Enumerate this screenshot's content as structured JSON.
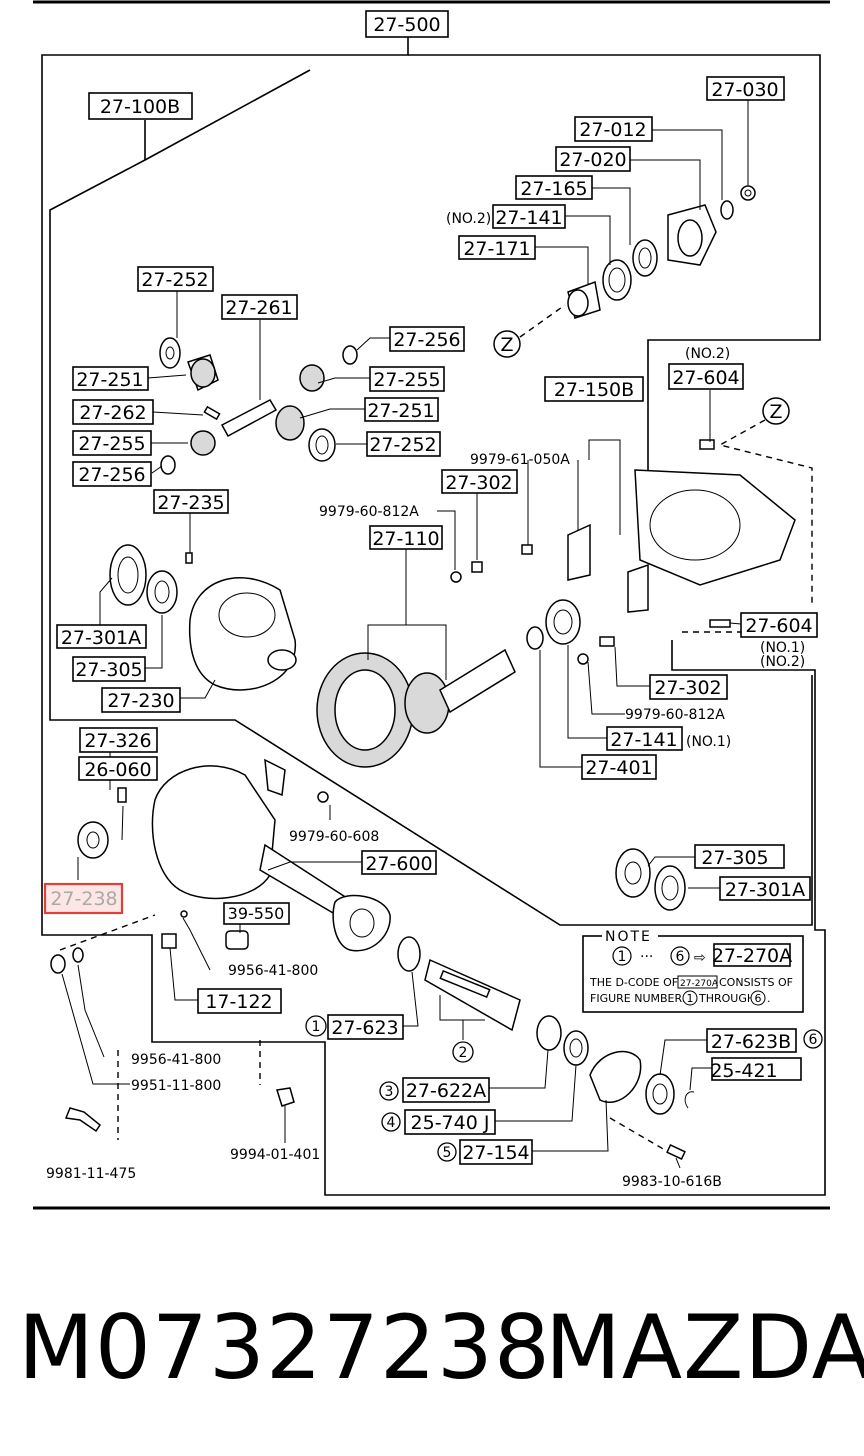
{
  "diagram": {
    "callouts": {
      "assembly_top": "27-500",
      "carrier_assy": "27-100B",
      "companion_flange_nut": "27-030",
      "companion_flange_washer": "27-012",
      "companion_flange": "27-020",
      "oil_seal": "27-165",
      "bearing_no2": "27-141",
      "bearing_no2_tag": "(NO.2)",
      "spacer": "27-171",
      "side_washer_top": "27-252",
      "pinion_shaft": "27-261",
      "thrust_washer_top": "27-256",
      "side_gear_left": "27-251",
      "pinion_gear_right": "27-255",
      "lock_pin": "27-262",
      "side_gear_right": "27-251",
      "pinion_gear_left": "27-255",
      "side_washer_bottom": "27-252",
      "thrust_washer_left": "27-256",
      "bolt_0050": "9979-61-050A",
      "adjuster_lock": "27-302",
      "bolt_812_top": "9979-60-812A",
      "bearing_cap": "27-150B",
      "ring_pinion_gear": "27-110",
      "case_bolt": "27-235",
      "bearing_outer_race_left": "27-301A",
      "bearing_left": "27-305",
      "diff_case": "27-230",
      "cap_bolt_top": "27-604",
      "cap_bolt_top_tag": "(NO.2)",
      "cap_bolt_right": "27-604",
      "cap_bolt_right_tag1": "(NO.1)",
      "cap_bolt_right_tag2": "(NO.2)",
      "adjuster_lock_right": "27-302",
      "bolt_812_bottom": "9979-60-812A",
      "bearing_no1": "27-141",
      "bearing_no1_tag": "(NO.1)",
      "collapsible_spacer": "27-401",
      "carrier_housing": "27-326",
      "vent": "26-060",
      "bolt_608": "9979-60-608",
      "axle_housing": "27-600",
      "highlighted_part": "27-238",
      "plug": "39-550",
      "bearing_right": "27-305",
      "bearing_outer_race_right": "27-301A",
      "drain_plug": "17-122",
      "gasket_41_800_right": "9956-41-800",
      "gasket_41_800_left": "9956-41-800",
      "plug_11_800": "9951-11-800",
      "bolt_475": "9981-11-475",
      "nut_401": "9994-01-401",
      "axle_shaft": "27-623",
      "axle_shaft_num": "1",
      "axle_group_num": "2",
      "retainer": "27-622A",
      "retainer_num": "3",
      "bearing_740": "25-740 J",
      "bearing_740_num": "4",
      "seal_154": "27-154",
      "seal_154_num": "5",
      "axle_bearing": "27-623B",
      "axle_bearing_num": "6",
      "circlip": "25-421",
      "bolt_616": "9983-10-616B",
      "zone_marker_1": "Z",
      "zone_marker_2": "Z"
    },
    "note": {
      "heading": "NOTE",
      "range_start": "1",
      "range_end": "6",
      "range_ellipsis": "···",
      "arrow": "⇨",
      "code": "27-270A",
      "text_line1_prefix": "THE D-CODE OF",
      "text_line1_code": "27-270A",
      "text_line1_suffix": "CONSISTS OF",
      "text_line2_prefix": "FIGURE NUMBERS",
      "text_line2_start": "1",
      "text_line2_mid": "THROUGH",
      "text_line2_end": "6",
      "text_line2_period": "."
    }
  },
  "footer": {
    "part_number": "M07327238",
    "brand": "MAZDA"
  },
  "colors": {
    "highlight": "#e0403a",
    "ink": "#000000",
    "background": "#ffffff"
  }
}
